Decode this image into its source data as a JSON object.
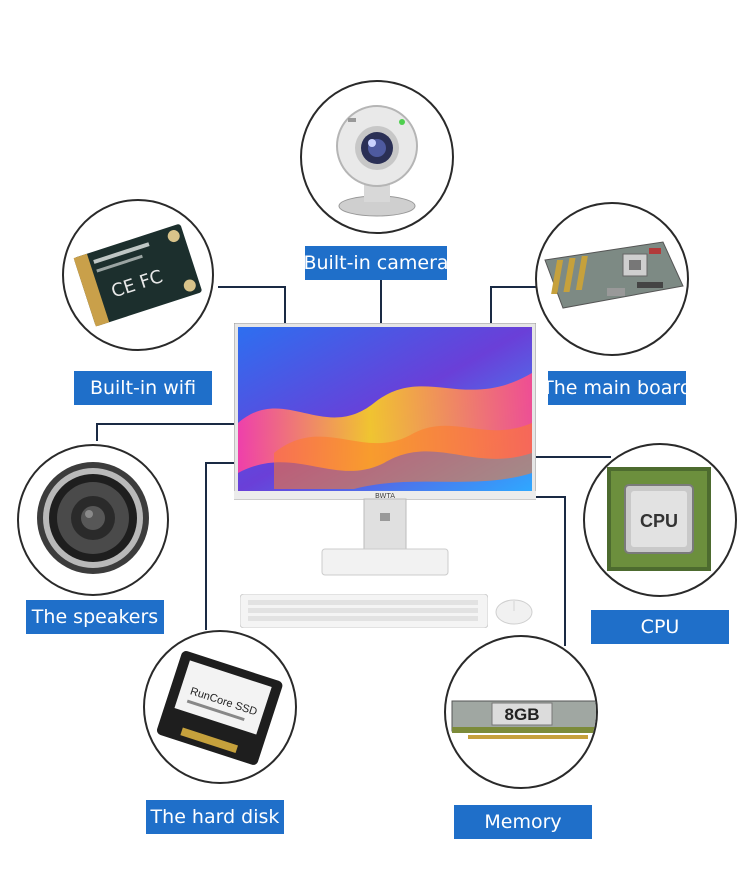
{
  "components": {
    "camera": {
      "label": "Built-in camera"
    },
    "wifi": {
      "label": "Built-in wifi",
      "card_text": "CE FC"
    },
    "mainboard": {
      "label": "The main board"
    },
    "speakers": {
      "label": "The speakers"
    },
    "cpu": {
      "label": "CPU",
      "chip_text": "CPU"
    },
    "harddisk": {
      "label": "The hard disk",
      "drive_text": "RunCore SSD"
    },
    "memory": {
      "label": "Memory",
      "module_text": "8GB"
    }
  },
  "monitor": {
    "brand_text": "BWTA"
  },
  "colors": {
    "label_bg": "#1f6fc9",
    "connector": "#1a2a44"
  }
}
